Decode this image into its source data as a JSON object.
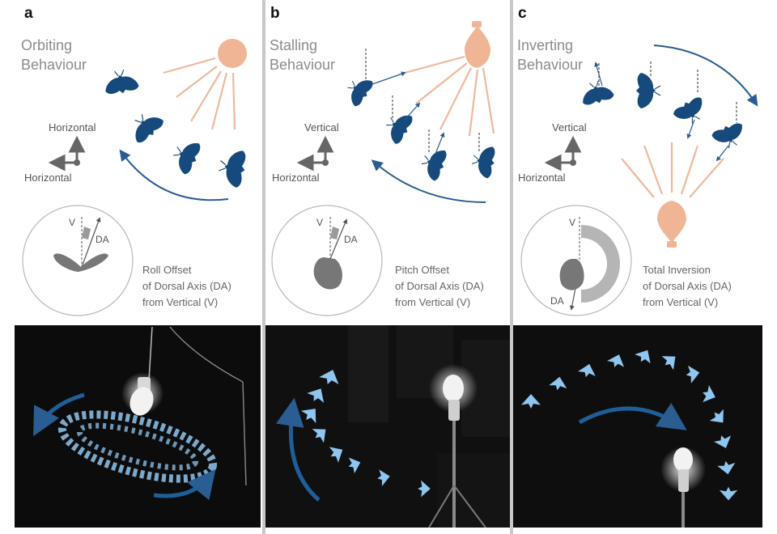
{
  "colors": {
    "moth": "#174a7c",
    "light": "#efb595",
    "ray": "#f0b89a",
    "arrow": "#2a5d92",
    "panel_divider": "#c8c8c8",
    "photo_bg": "#0c0c0c",
    "photo_moth": "#8fc6ef",
    "photo_arrow": "#1f5f99",
    "text_title": "#8c8c8c",
    "text_label": "#555555"
  },
  "panels": [
    {
      "letter": "a",
      "title_line1": "Orbiting",
      "title_line2": "Behaviour",
      "axis_top_label": "Horizontal",
      "axis_left_label": "Horizontal",
      "inset_v_label": "V",
      "inset_da_label": "DA",
      "caption_line1": "Roll Offset",
      "caption_line2": "of Dorsal Axis (DA)",
      "caption_line3": "from Vertical (V)",
      "light_icon": "sun-light-icon"
    },
    {
      "letter": "b",
      "title_line1": "Stalling",
      "title_line2": "Behaviour",
      "axis_top_label": "Vertical",
      "axis_left_label": "Horizontal",
      "inset_v_label": "V",
      "inset_da_label": "DA",
      "caption_line1": "Pitch Offset",
      "caption_line2": "of Dorsal Axis (DA)",
      "caption_line3": "from Vertical (V)",
      "light_icon": "light-bulb-icon"
    },
    {
      "letter": "c",
      "title_line1": "Inverting",
      "title_line2": "Behaviour",
      "axis_top_label": "Vertical",
      "axis_left_label": "Horizontal",
      "inset_v_label": "V",
      "inset_da_label": "DA",
      "caption_line1": "Total Inversion",
      "caption_line2": "of Dorsal Axis (DA)",
      "caption_line3": "from Vertical (V)",
      "light_icon": "light-bulb-icon"
    }
  ]
}
